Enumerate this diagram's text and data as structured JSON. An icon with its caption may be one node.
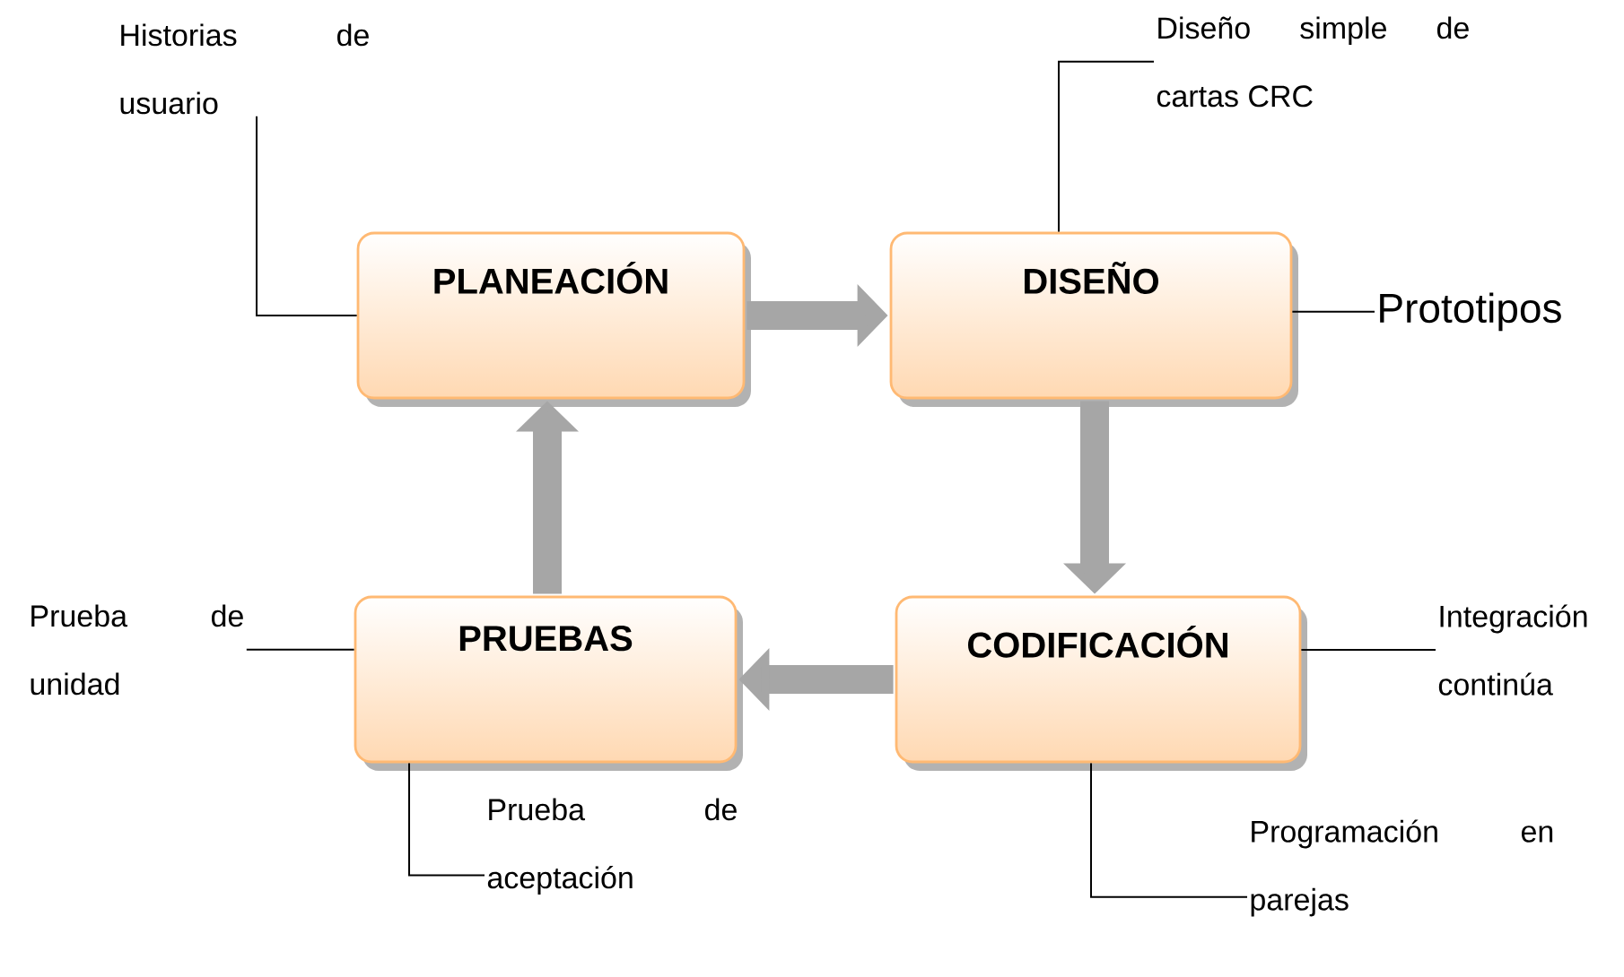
{
  "diagram": {
    "nodes": [
      {
        "text": [
          "PLANEACIÓN"
        ]
      },
      {
        "text": [
          "DISEÑO"
        ]
      },
      {
        "text": [
          "CODIFICACIÓN"
        ]
      },
      {
        "text": [
          "PRUEBAS"
        ]
      },
      {
        "text": [
          "Historias de usuario"
        ]
      },
      {
        "text": [
          "Diseño simple de cartas CRC"
        ]
      },
      {
        "text": [
          "Prototipos"
        ]
      },
      {
        "text": [
          "Prueba de unidad"
        ]
      },
      {
        "text": [
          "Integración continúa"
        ]
      },
      {
        "text": [
          "Prueba de aceptación"
        ]
      },
      {
        "text": [
          "Programación en parejas"
        ]
      }
    ],
    "edges": [
      {
        "from": 0,
        "to": 1,
        "arrow": "to",
        "style": "thick",
        "color": "#a6a6a6"
      },
      {
        "from": 1,
        "to": 2,
        "arrow": "to",
        "style": "thick",
        "color": "#a6a6a6"
      },
      {
        "from": 2,
        "to": 3,
        "arrow": "to",
        "style": "thick",
        "color": "#a6a6a6"
      },
      {
        "from": 3,
        "to": 0,
        "arrow": "to",
        "style": "thick",
        "color": "#a6a6a6"
      },
      {
        "from": 4,
        "to": 0,
        "arrow": "none"
      },
      {
        "from": 5,
        "to": 1,
        "arrow": "none"
      },
      {
        "from": 6,
        "to": 1,
        "arrow": "none"
      },
      {
        "from": 7,
        "to": 3,
        "arrow": "none"
      },
      {
        "from": 8,
        "to": 2,
        "arrow": "none"
      },
      {
        "from": 9,
        "to": 3,
        "arrow": "none"
      },
      {
        "from": 10,
        "to": 2,
        "arrow": "none"
      }
    ]
  }
}
